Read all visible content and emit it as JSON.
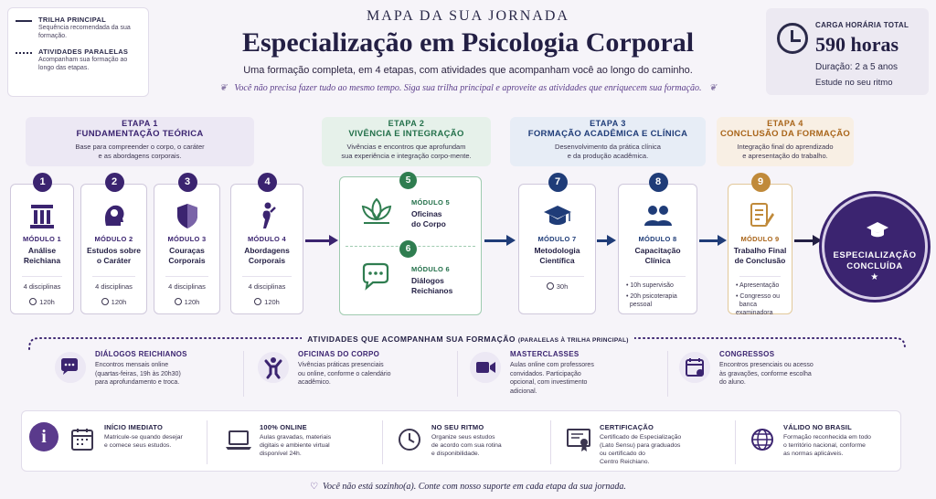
{
  "legend": {
    "principal_title": "TRILHA PRINCIPAL",
    "principal_text": "Sequência recomendada da sua formação.",
    "paralelas_title": "ATIVIDADES PARALELAS",
    "paralelas_text": "Acompanham sua formação ao longo das etapas."
  },
  "header": {
    "kicker": "MAPA DA SUA JORNADA",
    "title": "Especialização em Psicologia Corporal",
    "subtitle": "Uma formação completa, em 4 etapas, com atividades que acompanham você ao longo do caminho.",
    "tagline": "Você não precisa fazer tudo ao mesmo tempo. Siga sua trilha principal e aproveite as atividades que enriquecem sua formação."
  },
  "carga": {
    "label": "CARGA HORÁRIA TOTAL",
    "hours": "590 horas",
    "duracao": "Duração: 2 a 5 anos",
    "ritmo": "Estude no seu ritmo"
  },
  "etapas": [
    {
      "num": "ETAPA 1",
      "name": "FUNDAMENTAÇÃO TEÓRICA",
      "desc1": "Base para compreender o corpo, o caráter",
      "desc2": "e as abordagens corporais."
    },
    {
      "num": "ETAPA 2",
      "name": "VIVÊNCIA E INTEGRAÇÃO",
      "desc1": "Vivências e encontros que aprofundam",
      "desc2": "sua experiência e integração corpo-mente."
    },
    {
      "num": "ETAPA 3",
      "name": "FORMAÇÃO ACADÊMICA E CLÍNICA",
      "desc1": "Desenvolvimento da prática clínica",
      "desc2": "e da produção acadêmica."
    },
    {
      "num": "ETAPA 4",
      "name": "CONCLUSÃO DA FORMAÇÃO",
      "desc1": "Integração final do aprendizado",
      "desc2": "e apresentação do trabalho."
    }
  ],
  "modules": {
    "m1": {
      "badge": "1",
      "label": "MÓDULO 1",
      "name1": "Análise",
      "name2": "Reichiana",
      "disc": "4 disciplinas",
      "hours": "120h"
    },
    "m2": {
      "badge": "2",
      "label": "MÓDULO 2",
      "name1": "Estudos sobre",
      "name2": "o Caráter",
      "disc": "4 disciplinas",
      "hours": "120h"
    },
    "m3": {
      "badge": "3",
      "label": "MÓDULO 3",
      "name1": "Couraças",
      "name2": "Corporais",
      "disc": "4 disciplinas",
      "hours": "120h"
    },
    "m4": {
      "badge": "4",
      "label": "MÓDULO 4",
      "name1": "Abordagens",
      "name2": "Corporais",
      "disc": "4 disciplinas",
      "hours": "120h"
    },
    "m5": {
      "badge": "5",
      "label": "MÓDULO 5",
      "name1": "Oficinas",
      "name2": "do Corpo"
    },
    "m6": {
      "badge": "6",
      "label": "MÓDULO 6",
      "name1": "Diálogos",
      "name2": "Reichianos"
    },
    "m7": {
      "badge": "7",
      "label": "MÓDULO 7",
      "name1": "Metodologia",
      "name2": "Científica",
      "hours": "30h"
    },
    "m8": {
      "badge": "8",
      "label": "MÓDULO 8",
      "name1": "Capacitação",
      "name2": "Clínica",
      "b1": "• 10h supervisão",
      "b2a": "• 20h psicoterapia",
      "b2b": "pessoal"
    },
    "m9": {
      "badge": "9",
      "label": "MÓDULO 9",
      "name1": "Trabalho Final",
      "name2": "de Conclusão",
      "b1": "• Apresentação",
      "b2a": "• Congresso ou",
      "b2b": "banca examinadora"
    }
  },
  "final": {
    "line1": "ESPECIALIZAÇÃO",
    "line2": "CONCLUÍDA",
    "star": "★"
  },
  "paralelas": {
    "title": "ATIVIDADES QUE ACOMPANHAM SUA FORMAÇÃO",
    "title_small": "(PARALELAS À TRILHA PRINCIPAL)",
    "items": [
      {
        "title": "DIÁLOGOS REICHIANOS",
        "l1": "Encontros mensais online",
        "l2": "(quartas-feiras, 19h às 20h30)",
        "l3": "para aprofundamento e troca.",
        "l4": ""
      },
      {
        "title": "OFICINAS DO CORPO",
        "l1": "Vivências práticas presenciais",
        "l2": "ou online, conforme o calendário",
        "l3": "acadêmico.",
        "l4": ""
      },
      {
        "title": "MASTERCLASSES",
        "l1": "Aulas online com professores",
        "l2": "convidados. Participação",
        "l3": "opcional, com investimento",
        "l4": "adicional."
      },
      {
        "title": "CONGRESSOS",
        "l1": "Encontros presenciais ou acesso",
        "l2": "às gravações, conforme escolha",
        "l3": "do aluno.",
        "l4": ""
      }
    ]
  },
  "info": {
    "icon": "i",
    "items": [
      {
        "title": "INÍCIO IMEDIATO",
        "l1": "Matricule-se quando desejar",
        "l2": "e comece seus estudos.",
        "l3": "",
        "l4": ""
      },
      {
        "title": "100% ONLINE",
        "l1": "Aulas gravadas, materiais",
        "l2": "digitais e ambiente virtual",
        "l3": "disponível 24h.",
        "l4": ""
      },
      {
        "title": "NO SEU RITMO",
        "l1": "Organize seus estudos",
        "l2": "de acordo com sua rotina",
        "l3": "e disponibilidade.",
        "l4": ""
      },
      {
        "title": "CERTIFICAÇÃO",
        "l1": "Certificado de Especialização",
        "l2": "(Lato Sensu) para graduados",
        "l3": "ou certificado do",
        "l4": "Centro Reichiano."
      },
      {
        "title": "VÁLIDO NO BRASIL",
        "l1": "Formação reconhecida em todo",
        "l2": "o território nacional, conforme",
        "l3": "as normas aplicáveis.",
        "l4": ""
      }
    ]
  },
  "footer": {
    "heart": "♡",
    "text": "Você não está sozinho(a). Conte com nosso suporte em cada etapa da sua jornada."
  },
  "colors": {
    "purple": "#3b2470",
    "green": "#2f7d50",
    "blue": "#1f3c78",
    "orange": "#c08a3a"
  }
}
